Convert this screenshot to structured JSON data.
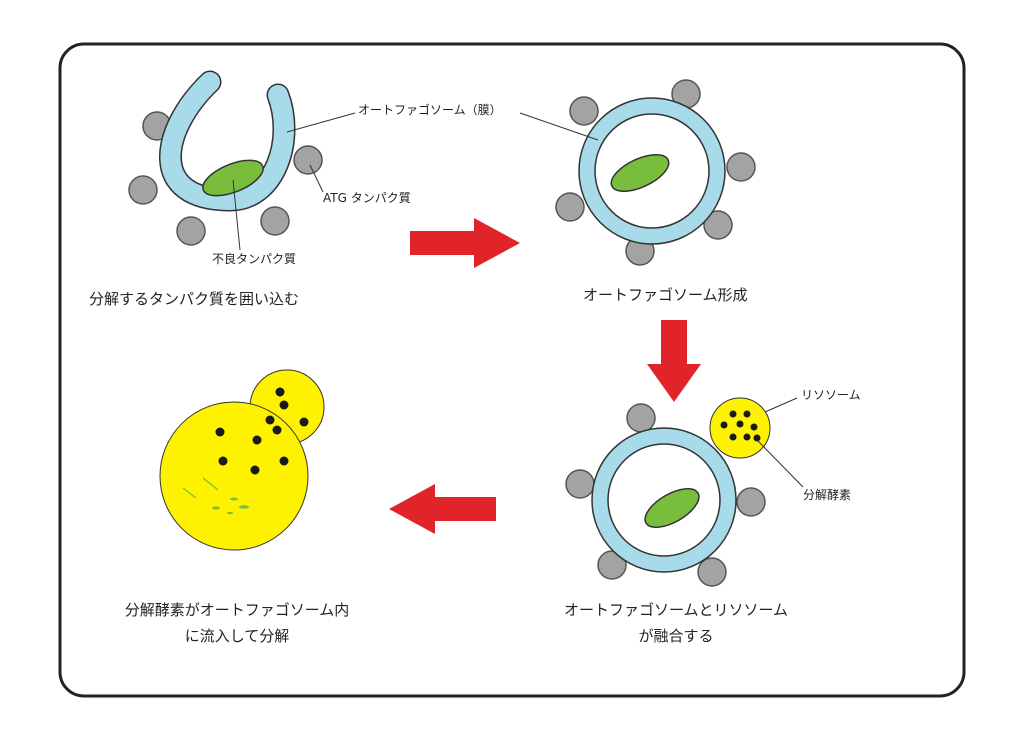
{
  "labels": {
    "autophagosome_membrane": "オートファゴソーム（膜）",
    "atg_protein": "ATG タンパク質",
    "bad_protein": "不良タンパク質",
    "lysosome": "リソソーム",
    "enzyme": "分解酵素"
  },
  "steps": [
    {
      "caption": "分解するタンパク質を囲い込む"
    },
    {
      "caption": "オートファゴソーム形成"
    },
    {
      "caption_lines": [
        "オートファゴソームとリソソーム",
        "が融合する"
      ]
    },
    {
      "caption_lines": [
        "分解酵素がオートファゴソーム内",
        "に流入して分解"
      ]
    }
  ],
  "colors": {
    "frame": "#222222",
    "membrane": "#a8dbe9",
    "protein": "#78bd3c",
    "atg": "#a3a3a3",
    "lysosome": "#fff200",
    "enzyme": "#1a1a1a",
    "arrow": "#e0242a"
  }
}
